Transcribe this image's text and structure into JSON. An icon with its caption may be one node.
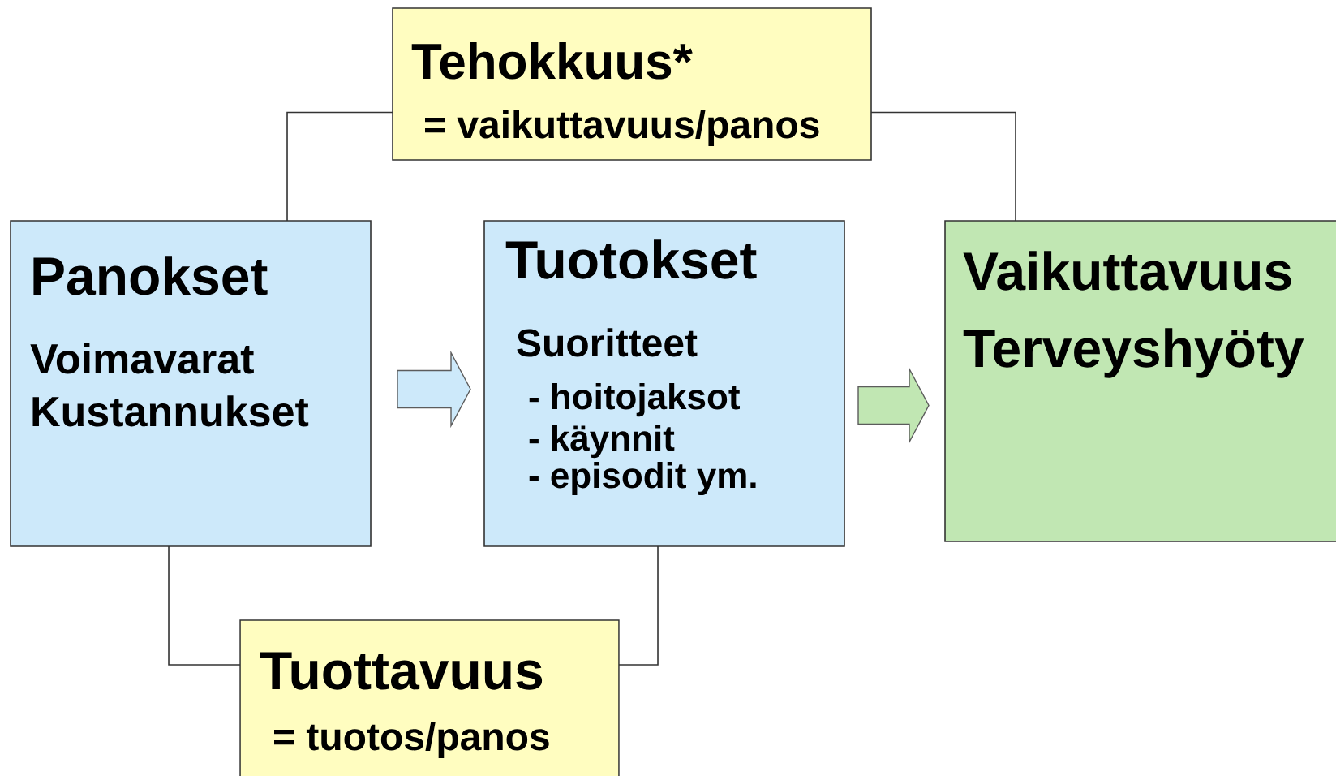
{
  "diagram": {
    "nodes": [
      {
        "text": [
          "Tehokkuus*",
          "= vaikuttavuus/panos"
        ]
      },
      {
        "text": [
          "Panokset",
          "Voimavarat",
          "Kustannukset"
        ]
      },
      {
        "text": [
          "Tuotokset",
          "Suoritteet",
          "- hoitojaksot",
          "- käynnit",
          "- episodit ym."
        ]
      },
      {
        "text": [
          "Vaikuttavuus",
          "Terveyshyöty"
        ]
      },
      {
        "text": [
          "Tuottavuus",
          "= tuotos/panos"
        ]
      }
    ],
    "edges": [
      {
        "from": 0,
        "to": 1,
        "arrow": "none"
      },
      {
        "from": 0,
        "to": 3,
        "arrow": "none"
      },
      {
        "from": 1,
        "to": 4,
        "arrow": "none"
      },
      {
        "from": 2,
        "to": 4,
        "arrow": "none"
      },
      {
        "from": 1,
        "to": 2,
        "arrow": "to"
      },
      {
        "from": 2,
        "to": 3,
        "arrow": "to"
      }
    ]
  }
}
